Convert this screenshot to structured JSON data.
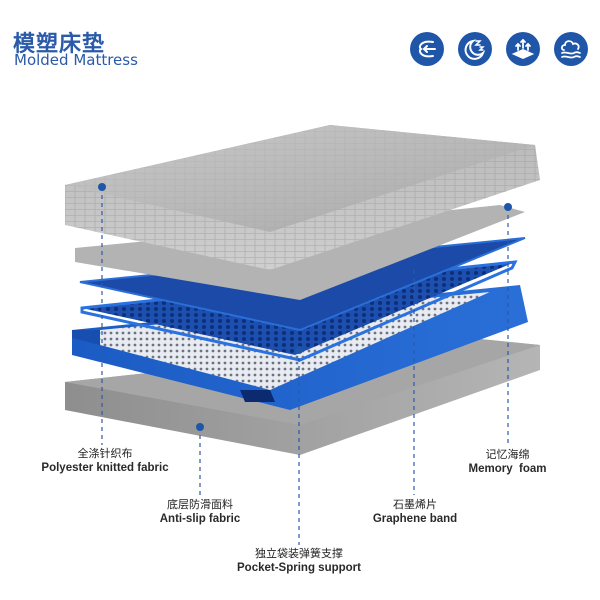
{
  "header": {
    "title_cn": "模塑床垫",
    "title_en": "Molded Mattress"
  },
  "feature_icons": [
    {
      "name": "breathable-airflow-icon"
    },
    {
      "name": "sleep-moon-icon"
    },
    {
      "name": "support-layer-icon"
    },
    {
      "name": "cloud-comfort-icon"
    }
  ],
  "colors": {
    "brand_blue": "#1f56a8",
    "title_blue": "#2b5aa8",
    "layer_blue": "#1e5ec8",
    "fabric_gray": "#bdbdbd"
  },
  "callouts": [
    {
      "id": "polyester",
      "cn": "全涤针织布",
      "en": "Polyester knitted fabric"
    },
    {
      "id": "antislip",
      "cn": "底层防滑面料",
      "en": "Anti-slip fabric"
    },
    {
      "id": "pocket",
      "cn": "独立袋装弹簧支撑",
      "en": "Pocket-Spring support"
    },
    {
      "id": "graphene",
      "cn": "石墨烯片",
      "en": "Graphene band"
    },
    {
      "id": "memory",
      "cn": "记忆海绵",
      "en": "Memory  foam"
    }
  ]
}
